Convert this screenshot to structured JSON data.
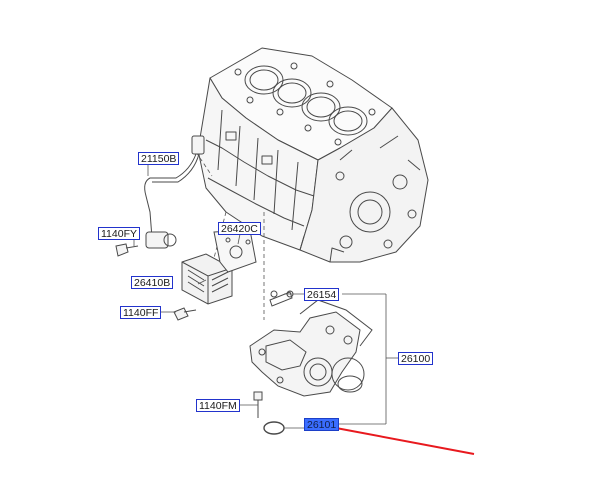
{
  "parts": [
    {
      "id": "p21150",
      "code": "21150B"
    },
    {
      "id": "p1140fy",
      "code": "1140FY"
    },
    {
      "id": "p26420",
      "code": "26420C"
    },
    {
      "id": "p26410",
      "code": "26410B"
    },
    {
      "id": "p1140ff",
      "code": "1140FF"
    },
    {
      "id": "p26154",
      "code": "26154"
    },
    {
      "id": "p26100",
      "code": "26100"
    },
    {
      "id": "p1140fm",
      "code": "1140FM"
    },
    {
      "id": "p26101",
      "code": "26101",
      "selected": true
    }
  ],
  "colors": {
    "label_border": "#2233cc",
    "selected_fill": "#3a6dff",
    "pointer_arrow": "#e8191e",
    "line_art": "#4a4a4a"
  }
}
